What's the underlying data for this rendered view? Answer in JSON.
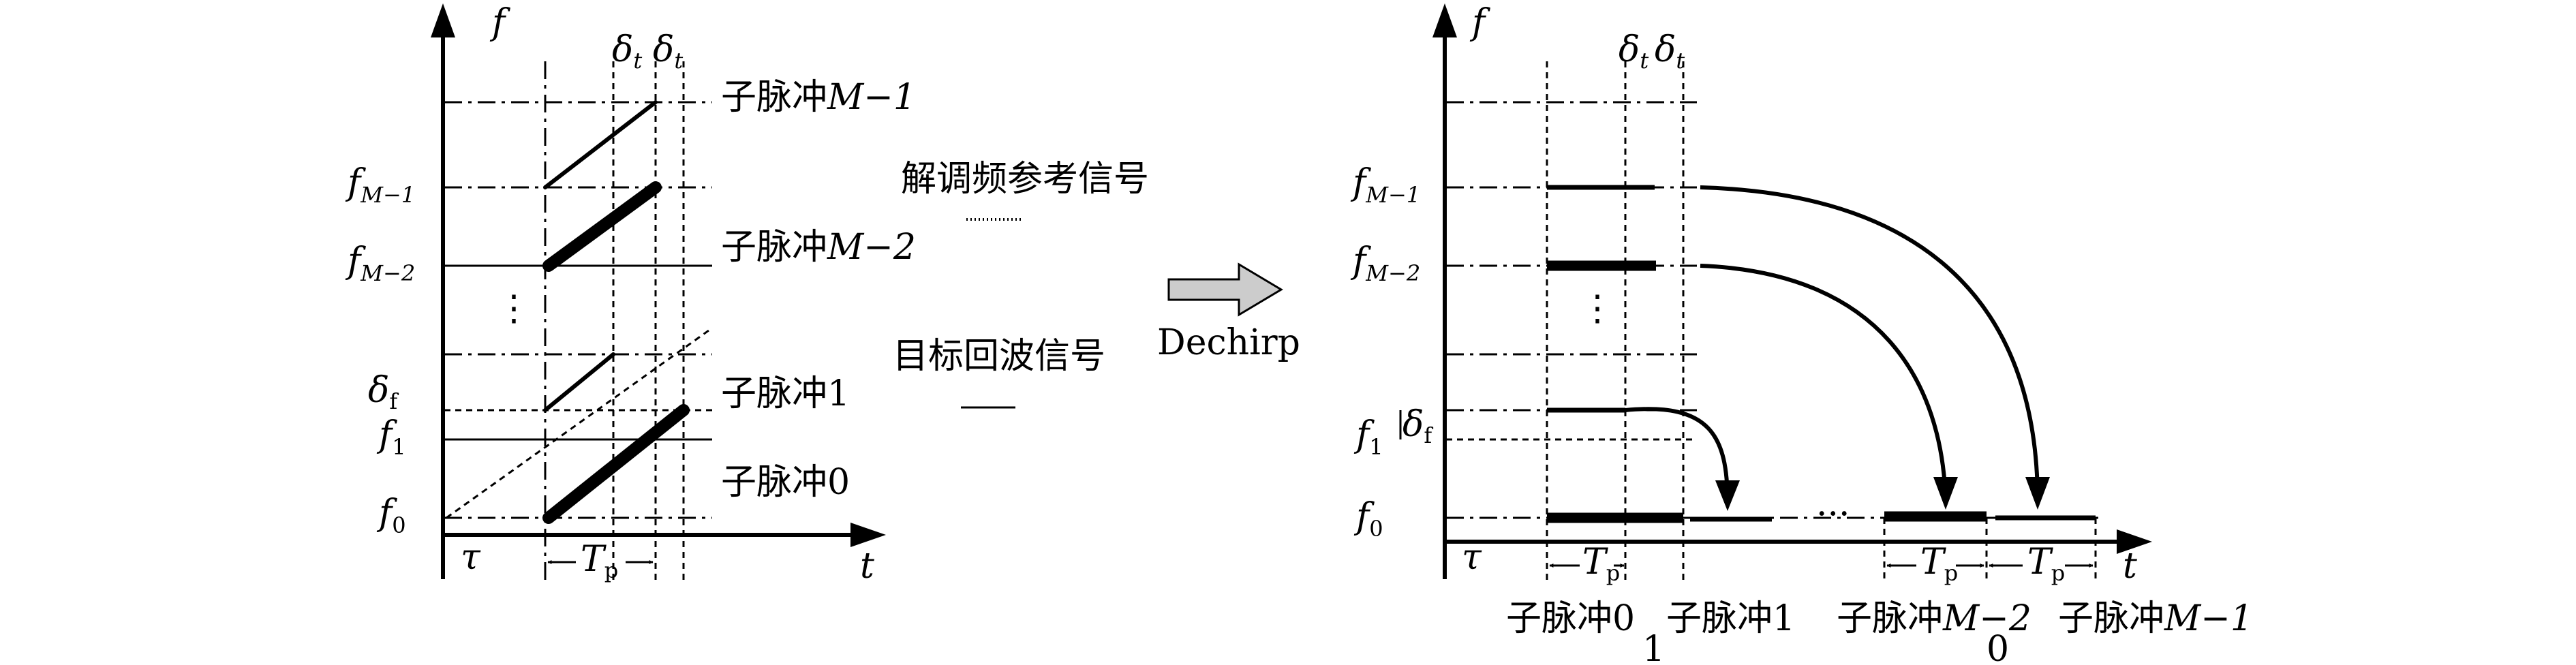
{
  "left": {
    "y_axis_label": "f",
    "x_axis_label": "t",
    "delay_label": "τ",
    "ticks": [
      {
        "main": "f",
        "sub": "M−1"
      },
      {
        "main": "f",
        "sub": "M−2"
      },
      {
        "main": "δ",
        "sub": "f"
      },
      {
        "main": "f",
        "sub": "1"
      },
      {
        "main": "f",
        "sub": "0"
      }
    ],
    "vdots": "⋮",
    "delta_t_1": {
      "main": "δ",
      "sub": "t"
    },
    "delta_t_2": {
      "main": "δ",
      "sub": "t"
    },
    "tp": {
      "main": "T",
      "sub": "p"
    },
    "pulse_labels": [
      {
        "prefix": "子脉冲",
        "suffix": "M−1"
      },
      {
        "prefix": "子脉冲",
        "suffix": "M−2"
      },
      {
        "prefix": "子脉冲",
        "suffix": "1"
      },
      {
        "prefix": "子脉冲",
        "suffix": "0"
      }
    ]
  },
  "legend": {
    "reference": "解调频参考信号",
    "echo": "目标回波信号"
  },
  "transform": {
    "label": "Dechirp"
  },
  "right": {
    "y_axis_label": "f",
    "x_axis_label": "t",
    "delay_label": "τ",
    "ticks": [
      {
        "main": "f",
        "sub": "M−1"
      },
      {
        "main": "f",
        "sub": "M−2"
      },
      {
        "main": "f",
        "sub": "1"
      },
      {
        "main": "f",
        "sub": "0"
      }
    ],
    "delta_f": {
      "main": "δ",
      "sub": "f"
    },
    "vdots": "⋮",
    "ellipsis": "···",
    "delta_t_1": {
      "main": "δ",
      "sub": "t"
    },
    "delta_t_2": {
      "main": "δ",
      "sub": "t"
    },
    "tp_1": {
      "main": "T",
      "sub": "p"
    },
    "tp_2": {
      "main": "T",
      "sub": "p"
    },
    "tp_3": {
      "main": "T",
      "sub": "p"
    },
    "pulse_labels": [
      {
        "prefix": "子脉冲",
        "suffix": "0"
      },
      {
        "prefix": "子脉冲",
        "suffix": "1"
      },
      {
        "prefix": "子脉冲",
        "suffix": "M−2"
      },
      {
        "prefix": "子脉冲",
        "suffix": "M−1"
      }
    ],
    "footnotes": [
      "1",
      "0"
    ]
  }
}
